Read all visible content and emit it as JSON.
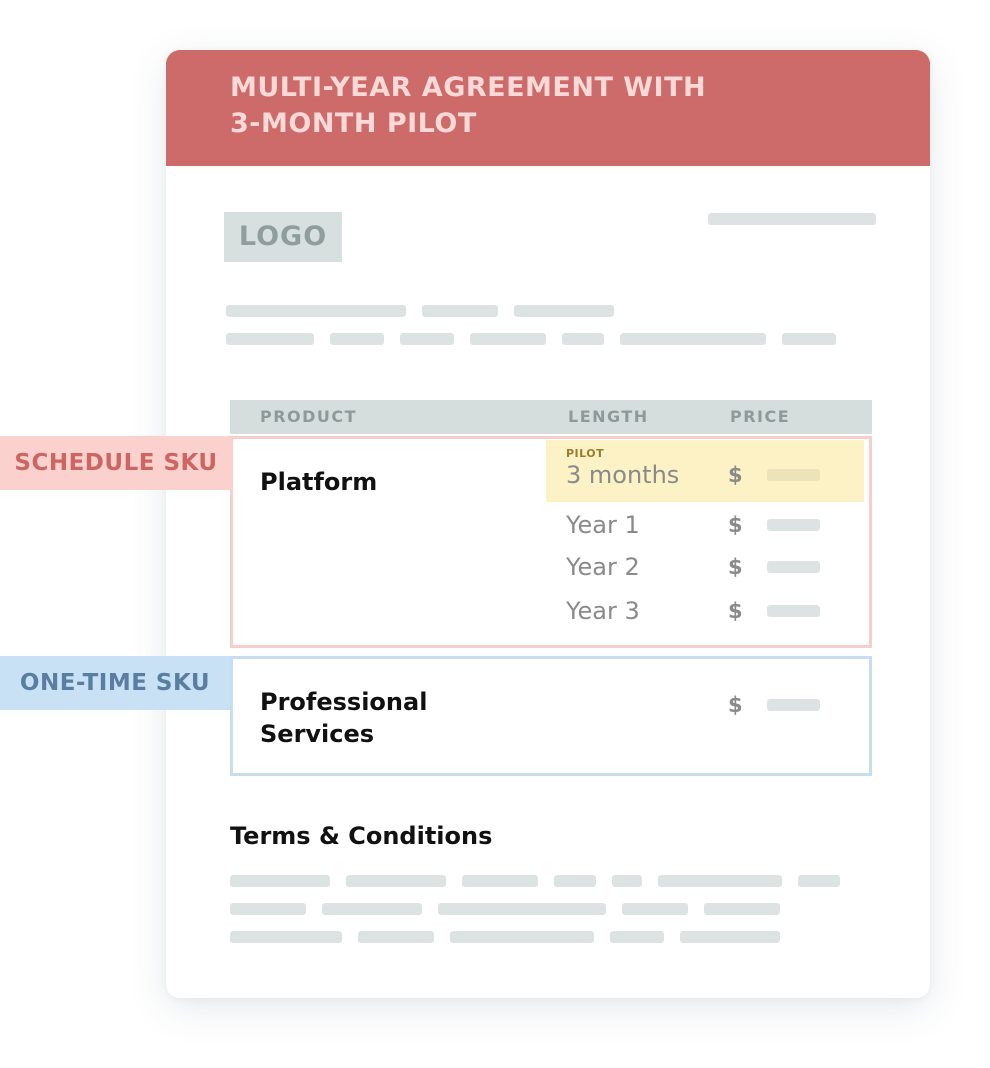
{
  "card": {
    "title_line1": "MULTI-YEAR AGREEMENT WITH",
    "title_line2": "3-MONTH PILOT",
    "logo": "LOGO"
  },
  "table": {
    "headers": {
      "product": "PRODUCT",
      "length": "LENGTH",
      "price": "PRICE"
    },
    "platform": {
      "name": "Platform",
      "pilot_tag": "PILOT",
      "rows": [
        {
          "length": "3 months",
          "currency": "$"
        },
        {
          "length": "Year 1",
          "currency": "$"
        },
        {
          "length": "Year 2",
          "currency": "$"
        },
        {
          "length": "Year 3",
          "currency": "$"
        }
      ]
    },
    "services": {
      "name_line1": "Professional",
      "name_line2": "Services",
      "currency": "$"
    }
  },
  "terms": {
    "title": "Terms & Conditions"
  },
  "labels": {
    "schedule": "SCHEDULE SKU",
    "onetime": "ONE-TIME SKU"
  },
  "colors": {
    "header_bg": "#cd6b6a",
    "schedule_accent": "#f6cfcc",
    "onetime_accent": "#c6def0",
    "pilot_highlight": "#fcf2c5"
  }
}
